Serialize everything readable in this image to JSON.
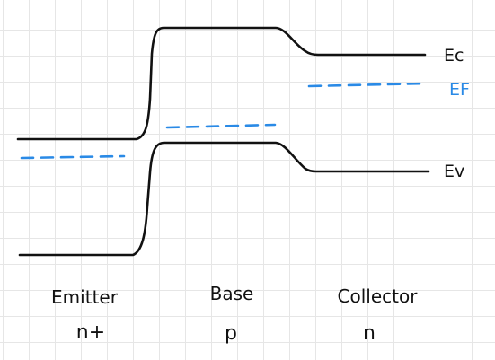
{
  "band_labels": {
    "ec": "Ec",
    "ef": "EF",
    "ev": "Ev"
  },
  "regions": [
    {
      "name": "Emitter",
      "doping": "n+"
    },
    {
      "name": "Base",
      "doping": "p"
    },
    {
      "name": "Collector",
      "doping": "n"
    }
  ],
  "colors": {
    "band_edge": "#111111",
    "fermi_level": "#2a8ae6",
    "grid": "#e6e6e6"
  }
}
